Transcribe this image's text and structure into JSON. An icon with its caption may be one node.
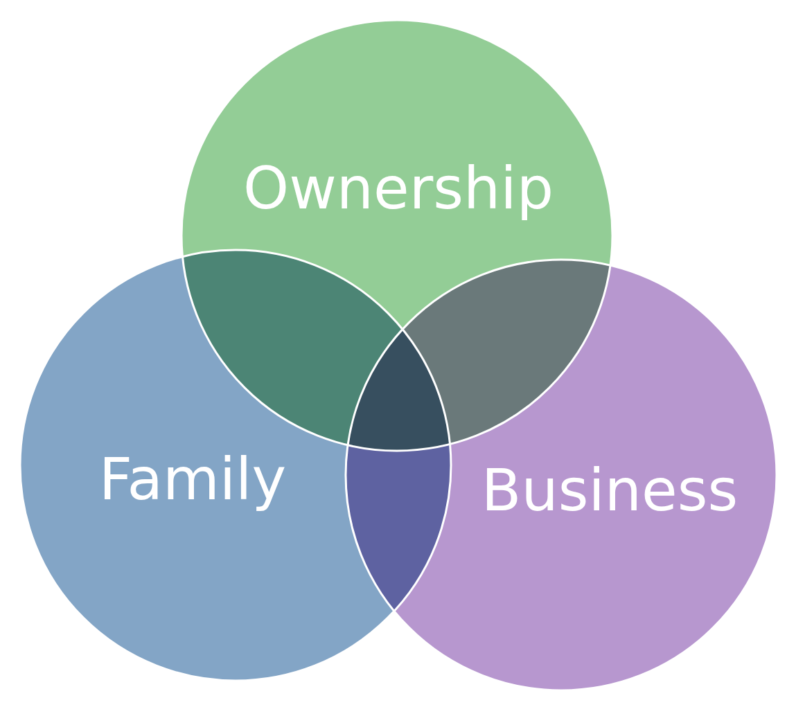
{
  "diagram": {
    "nodes": [
      {
        "text": [
          "Ownership"
        ]
      },
      {
        "text": [
          "Family"
        ]
      },
      {
        "text": [
          "Business"
        ]
      }
    ]
  }
}
